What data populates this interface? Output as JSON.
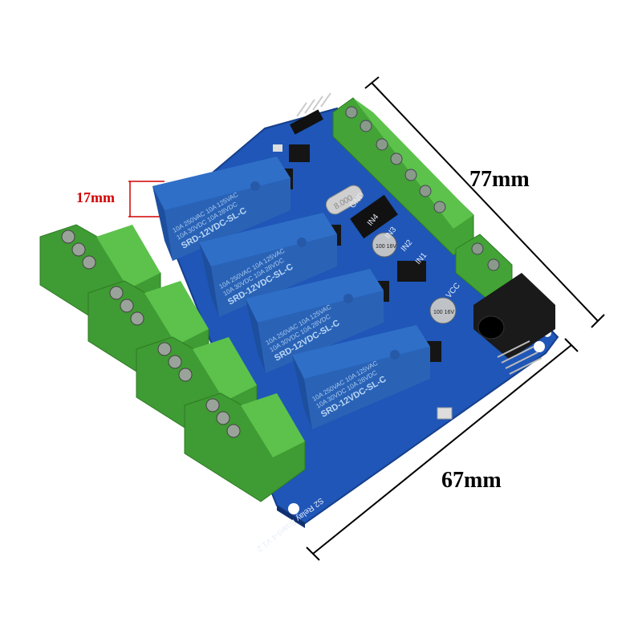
{
  "dimensions": {
    "relay_height": "17mm",
    "board_length": "77mm",
    "board_width": "67mm",
    "relay_height_color": "#d40000"
  },
  "relays": [
    {
      "rating_line1": "10A 250VAC  10A 125VAC",
      "rating_line2": "10A  30VDC  10A  28VDC",
      "model": "SRD-12VDC-SL-C"
    },
    {
      "rating_line1": "10A 250VAC  10A 125VAC",
      "rating_line2": "10A  30VDC  10A  28VDC",
      "model": "SRD-12VDC-SL-C"
    },
    {
      "rating_line1": "10A 250VAC  10A 125VAC",
      "rating_line2": "10A  30VDC  10A  28VDC",
      "model": "SRD-12VDC-SL-C"
    },
    {
      "rating_line1": "10A 250VAC  10A 125VAC",
      "rating_line2": "10A  30VDC  10A  28VDC",
      "model": "SRD-12VDC-SL-C"
    }
  ],
  "board": {
    "label": "S2 Relay Board-4 V1.2",
    "crystal": "8.000",
    "capacitor1": "100 16V",
    "capacitor2": "100 16V",
    "pin_labels": [
      "GND",
      "IN4",
      "IN3",
      "IN2",
      "IN1",
      "VCC"
    ],
    "colors": {
      "pcb": "#1f56b8",
      "relay": "#2f6fc8",
      "terminal": "#4caf3c"
    }
  }
}
